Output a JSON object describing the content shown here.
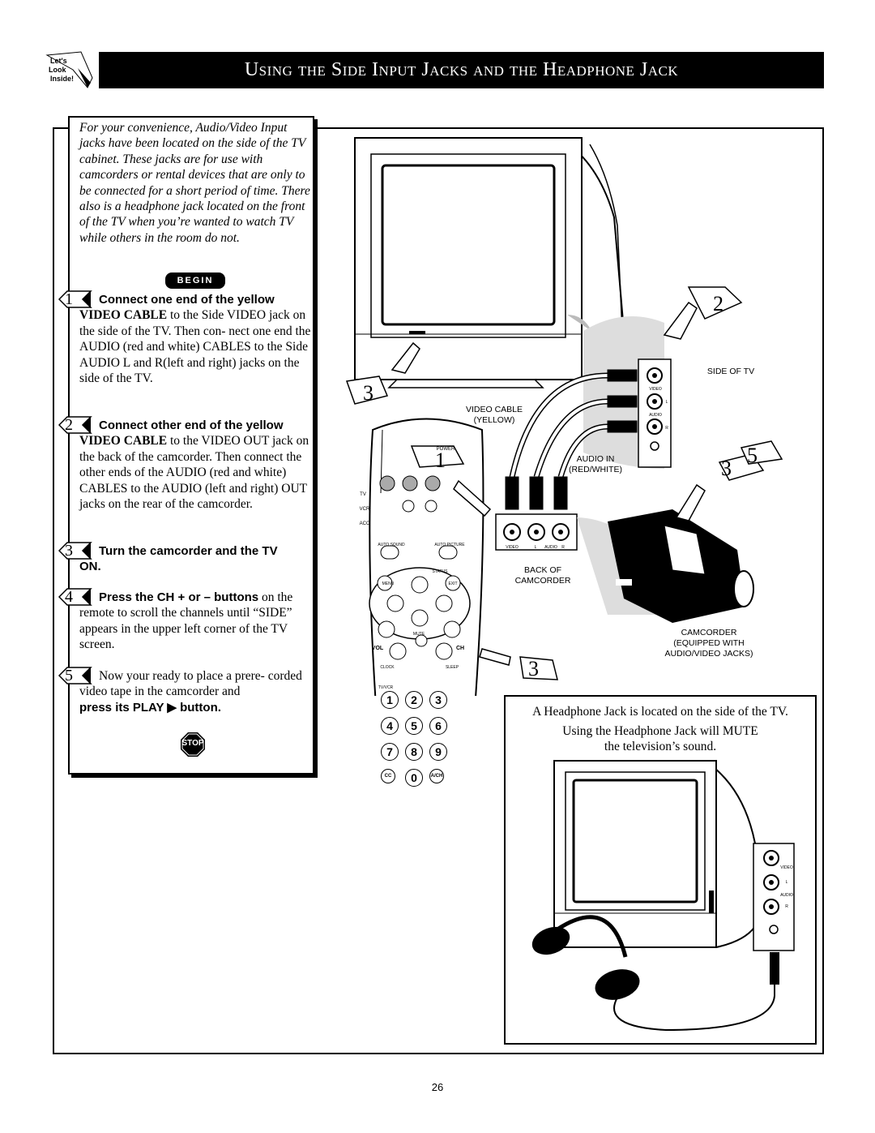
{
  "header": {
    "logo_lines": [
      "Let's",
      "Look",
      "Inside!"
    ],
    "title": "Using the Side Input Jacks and the Headphone Jack"
  },
  "intro": "For your convenience, Audio/Video Input jacks have been located on the side of the TV cabinet. These jacks are for use with camcorders or rental devices that are only to be connected for a short period of time. There also is a headphone jack located on the front of the TV when you’re wanted to watch TV while others in the room do not.",
  "begin_label": "BEGIN",
  "steps": [
    {
      "num": "1",
      "lead": "Connect one end of the yellow",
      "body_bold": "VIDEO CABLE",
      "body": " to the Side VIDEO jack on the side of the TV. Then con- nect one end the AUDIO (red and white) CABLES to the Side AUDIO L and R(left and right) jacks on the side of the TV."
    },
    {
      "num": "2",
      "lead": "Connect other end of the yellow",
      "body_bold": "VIDEO CABLE",
      "body": " to the VIDEO OUT jack on the back of the camcorder. Then connect the other ends of the AUDIO (red and white) CABLES to the AUDIO (left and right) OUT jacks on the rear of the camcorder."
    },
    {
      "num": "3",
      "lead": "Turn the camcorder and the TV",
      "body_bold": "ON.",
      "body": ""
    },
    {
      "num": "4",
      "lead": "Press the CH + or – buttons",
      "body_bold": "",
      "body": " on the remote to scroll the channels until “SIDE” appears in the upper left corner of the TV screen."
    },
    {
      "num": "5",
      "lead": "",
      "body_bold": "",
      "body": "Now your ready to place a prere- corded video tape in the camcorder and",
      "tail": "press its PLAY ▶ button."
    }
  ],
  "stop_label": "STOP",
  "diagram": {
    "callouts": [
      "2",
      "3",
      "1",
      "3",
      "5",
      "3"
    ],
    "side_of_tv": "SIDE OF TV",
    "video_cable": [
      "VIDEO CABLE",
      "(YELLOW)"
    ],
    "audio_in": [
      "AUDIO IN",
      "(RED/WHITE)"
    ],
    "back_of_camcorder": [
      "BACK OF",
      "CAMCORDER"
    ],
    "camcorder": [
      "CAMCORDER",
      "(EQUIPPED WITH",
      "AUDIO/VIDEO JACKS)"
    ],
    "jack_labels": {
      "video": "VIDEO",
      "l": "L",
      "audio": "AUDIO",
      "r": "R"
    },
    "camcorder_jacks": [
      "VIDEO",
      "L",
      "AUDIO",
      "R"
    ],
    "remote": {
      "power": "POWER",
      "tv": "TV",
      "vcr": "VCR",
      "acc": "ACC",
      "auto_sound": "AUTO SOUND",
      "auto_picture": "AUTO PICTURE",
      "menu": "MENU",
      "status": "STATUS",
      "exit": "EXIT",
      "mute": "MUTE",
      "vol": "VOL",
      "ch": "CH",
      "clock": "CLOCK",
      "sleep": "SLEEP",
      "tvvcr": "TV/VCR",
      "digits": [
        "1",
        "2",
        "3",
        "4",
        "5",
        "6",
        "7",
        "8",
        "9"
      ],
      "cc": "CC",
      "zero": "0",
      "ach": "A/CH"
    }
  },
  "headphone_text_1": "A Headphone Jack is located on the side of the TV.",
  "headphone_text_2": [
    "Using the Headphone Jack will MUTE",
    "the television’s sound."
  ],
  "page_number": "26"
}
